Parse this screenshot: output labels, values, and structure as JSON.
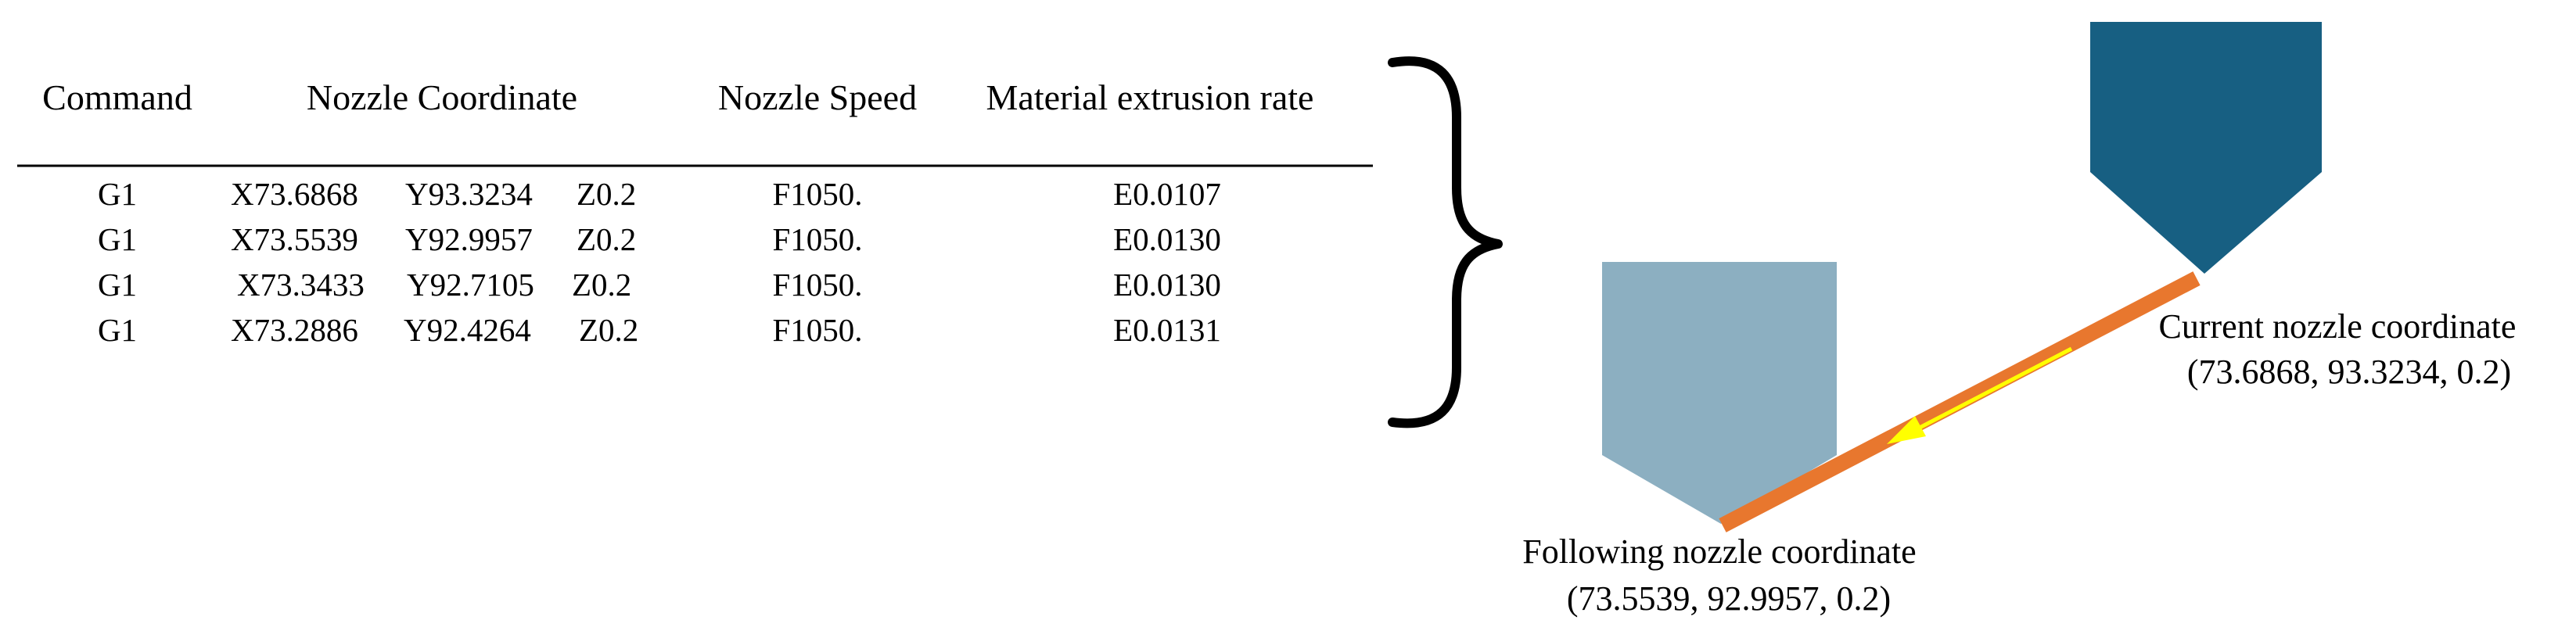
{
  "table": {
    "headers": [
      "Command",
      "Nozzle Coordinate",
      "Nozzle Speed",
      "Material extrusion rate"
    ],
    "rows": [
      {
        "command": "G1",
        "x": "X73.6868",
        "y": "Y93.3234",
        "z": "Z0.2",
        "speed": "F1050.",
        "extrusion": "E0.0107"
      },
      {
        "command": "G1",
        "x": "X73.5539",
        "y": "Y92.9957",
        "z": "Z0.2",
        "speed": "F1050.",
        "extrusion": "E0.0130"
      },
      {
        "command": "G1",
        "x": "X73.3433",
        "y": "Y92.7105",
        "z": "Z0.2",
        "speed": "F1050.",
        "extrusion": "E0.0130"
      },
      {
        "command": "G1",
        "x": "X73.2886",
        "y": "Y92.4264",
        "z": "Z0.2",
        "speed": "F1050.",
        "extrusion": "E0.0131"
      }
    ]
  },
  "diagram": {
    "current": {
      "label": "Current nozzle coordinate",
      "coords": "(73.6868, 93.3234, 0.2)"
    },
    "following": {
      "label": "Following nozzle coordinate",
      "coords": "(73.5539, 92.9957, 0.2)"
    }
  },
  "colors": {
    "current_nozzle": "#175f82",
    "following_nozzle": "#8cafc1",
    "path": "#e8772e",
    "direction_arrow": "#ffff00",
    "brace": "#000000"
  },
  "icons": {
    "current_nozzle": "nozzle-icon",
    "following_nozzle": "nozzle-icon",
    "direction": "arrow-left-down-icon"
  }
}
